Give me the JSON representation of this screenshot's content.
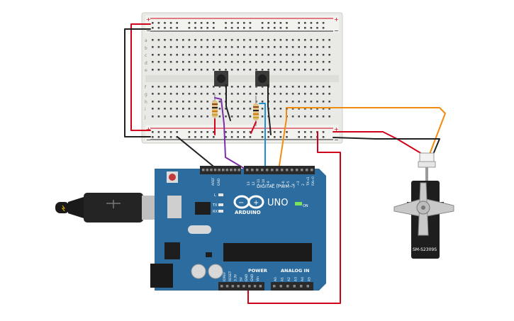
{
  "board": {
    "brand": "ARDUINO",
    "model": "UNO",
    "on_label": "ON",
    "tx_label": "TX",
    "rx_label": "RX",
    "l_label": "L",
    "digital_label": "DIGITAL (PWM~)",
    "power_label": "POWER",
    "analog_label": "ANALOG IN",
    "aref": "AREF",
    "gnd": "GND",
    "digital_pins": [
      "13",
      "12",
      "~11",
      "~10",
      "~9",
      "8",
      "7",
      "~6",
      "~5",
      "4",
      "~3",
      "2",
      "TX→1",
      "RX←0"
    ],
    "power_pins": [
      "IOREF",
      "RESET",
      "3.3V",
      "5V",
      "GND",
      "GND",
      "Vin"
    ],
    "analog_pins": [
      "A0",
      "A1",
      "A2",
      "A3",
      "A4",
      "A5"
    ]
  },
  "breadboard": {
    "row_letters_top": [
      "a",
      "b",
      "c",
      "d",
      "e"
    ],
    "row_letters_bottom": [
      "f",
      "g",
      "h",
      "i",
      "j"
    ],
    "plus": "+",
    "minus": "−"
  },
  "servo": {
    "label": "SM-S2309S"
  },
  "colors": {
    "board_blue": "#2c6c9e",
    "wire_red": "#d0021b",
    "wire_black": "#222222",
    "wire_purple": "#7b2fa8",
    "wire_blue": "#1f8fd1",
    "wire_orange": "#f28c0f"
  }
}
